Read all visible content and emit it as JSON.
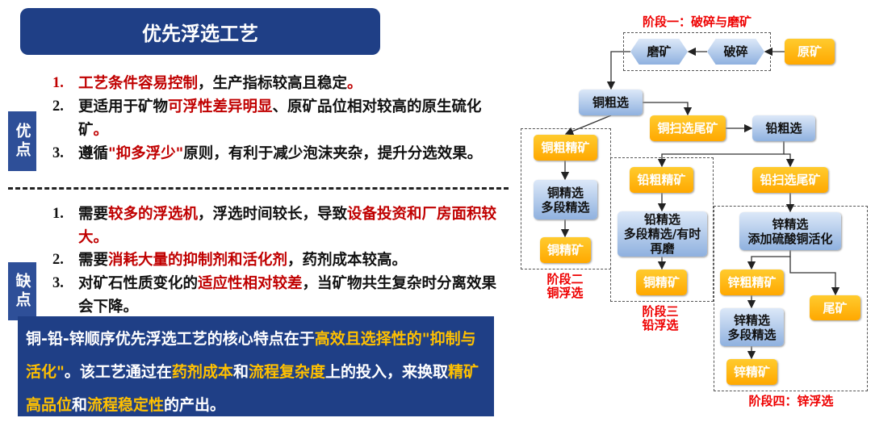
{
  "title": "优先浮选工艺",
  "pros": {
    "badge": "优点",
    "items": [
      {
        "num": "1.",
        "segments": [
          {
            "t": "工艺条件容易控制",
            "hl": true
          },
          {
            "t": "，生产指标较高且稳定",
            "hl": false
          },
          {
            "t": "。",
            "hl": true
          }
        ]
      },
      {
        "num": "2.",
        "segments": [
          {
            "t": "更适用于矿物",
            "hl": false
          },
          {
            "t": "可浮性差异明显",
            "hl": true
          },
          {
            "t": "、原矿品位相对较高的原生硫化矿",
            "hl": false
          },
          {
            "t": "。",
            "hl": true
          }
        ]
      },
      {
        "num": "3.",
        "segments": [
          {
            "t": "遵循",
            "hl": false
          },
          {
            "t": "\"抑多浮少\"",
            "hl": true
          },
          {
            "t": "原则，有利于减少泡沫夹杂，提升分选效果。",
            "hl": false
          }
        ]
      }
    ]
  },
  "cons": {
    "badge": "缺点",
    "items": [
      {
        "num": "1.",
        "segments": [
          {
            "t": "需要",
            "hl": false
          },
          {
            "t": "较多的浮选机",
            "hl": true
          },
          {
            "t": "，浮选时间较长，导致",
            "hl": false
          },
          {
            "t": "设备投资和厂房面积较大。",
            "hl": true
          }
        ]
      },
      {
        "num": "2.",
        "segments": [
          {
            "t": "需要",
            "hl": false
          },
          {
            "t": "消耗大量的抑制剂和活化剂",
            "hl": true
          },
          {
            "t": "，药剂成本较高。",
            "hl": false
          }
        ]
      },
      {
        "num": "3.",
        "segments": [
          {
            "t": "对矿石性质变化的",
            "hl": false
          },
          {
            "t": "适应性相对较差",
            "hl": true
          },
          {
            "t": "，当矿物共生复杂时分离效果会下降。",
            "hl": false
          }
        ]
      }
    ]
  },
  "summary": [
    {
      "t": "铜-铅-锌顺序优先浮选工艺的核心特点在于",
      "hl": false
    },
    {
      "t": "高效且选择性的\"抑制与活化\"",
      "hl": true
    },
    {
      "t": "。该工艺通过在",
      "hl": false
    },
    {
      "t": "药剂成本",
      "hl": true
    },
    {
      "t": "和",
      "hl": false
    },
    {
      "t": "流程复杂度",
      "hl": true
    },
    {
      "t": "上的投入，来换取",
      "hl": false
    },
    {
      "t": "精矿高品位",
      "hl": true
    },
    {
      "t": "和",
      "hl": false
    },
    {
      "t": "流程稳定性",
      "hl": true
    },
    {
      "t": "的产出。",
      "hl": false
    }
  ],
  "flow": {
    "stage1": "阶段一：破碎与磨矿",
    "stage2": [
      "阶段二",
      "铜浮选"
    ],
    "stage3": [
      "阶段三",
      "铅浮选"
    ],
    "stage4": "阶段四：锌浮选",
    "grinding": "磨矿",
    "crushing": "破碎",
    "raw_ore": "原矿",
    "cu_rougher": "铜粗选",
    "cu_scav_tail": "铜扫选尾矿",
    "pb_rougher": "铅粗选",
    "cu_rough_conc": "铜粗精矿",
    "cu_cleaner": [
      "铜精选",
      "多段精选"
    ],
    "cu_conc": "铜精矿",
    "pb_rough_conc": "铅粗精矿",
    "pb_cleaner": [
      "铅精选",
      "多段精选/有时",
      "再磨"
    ],
    "pb_conc": "铜精矿",
    "pb_scav_tail": "铅扫选尾矿",
    "zn_cleaner_act": [
      "锌精选",
      "添加硫酸铜活化"
    ],
    "zn_rough_conc": "锌粗精矿",
    "tailings": "尾矿",
    "zn_cleaner": [
      "锌精选",
      "多段精选"
    ],
    "zn_conc": "锌精矿"
  },
  "colors": {
    "navy": "#1f3f86",
    "red": "#c00000",
    "yellow": "#ffc000",
    "orange": "#ffa800"
  }
}
